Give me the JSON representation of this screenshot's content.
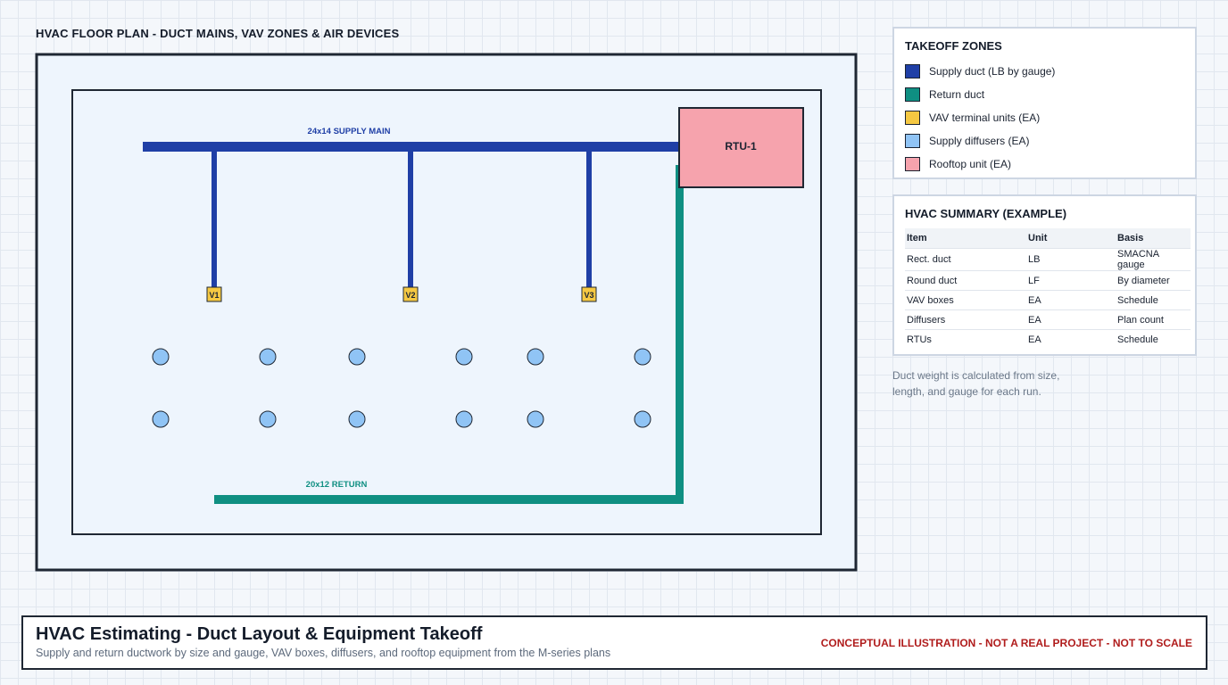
{
  "plan": {
    "title": "HVAC FLOOR PLAN - DUCT MAINS, VAV ZONES & AIR DEVICES",
    "supply_main_label": "24x14 SUPPLY MAIN",
    "return_label": "20x12 RETURN",
    "rtu_label": "RTU-1",
    "vav_labels": [
      "V1",
      "V2",
      "V3"
    ],
    "diffuser_rows": 2,
    "diffusers_per_row": 6
  },
  "legend": {
    "title": "TAKEOFF ZONES",
    "items": [
      {
        "label": "Supply duct (LB by gauge)",
        "color": "#1f3fa6"
      },
      {
        "label": "Return duct",
        "color": "#0f8f82"
      },
      {
        "label": "VAV terminal units (EA)",
        "color": "#f5c842"
      },
      {
        "label": "Supply diffusers (EA)",
        "color": "#90c4f5"
      },
      {
        "label": "Rooftop unit (EA)",
        "color": "#f6a3ad"
      }
    ]
  },
  "summary": {
    "title": "HVAC SUMMARY (EXAMPLE)",
    "headers": {
      "item": "Item",
      "unit": "Unit",
      "basis": "Basis"
    },
    "rows": [
      {
        "item": "Rect. duct",
        "unit": "LB",
        "basis": "SMACNA gauge"
      },
      {
        "item": "Round duct",
        "unit": "LF",
        "basis": "By diameter"
      },
      {
        "item": "VAV boxes",
        "unit": "EA",
        "basis": "Schedule"
      },
      {
        "item": "Diffusers",
        "unit": "EA",
        "basis": "Plan count"
      },
      {
        "item": "RTUs",
        "unit": "EA",
        "basis": "Schedule"
      }
    ]
  },
  "note": "Duct weight is calculated from size, length, and gauge for each run.",
  "footer": {
    "title": "HVAC Estimating - Duct Layout & Equipment Takeoff",
    "subtitle": "Supply and return ductwork by size and gauge, VAV boxes, diffusers, and rooftop equipment from the M-series plans",
    "disclaimer": "CONCEPTUAL ILLUSTRATION - NOT A REAL PROJECT - NOT TO SCALE"
  },
  "colors": {
    "supply": "#1f3fa6",
    "return": "#0f8f82",
    "vav": "#f5c842",
    "diffuser": "#90c4f5",
    "rtu": "#f6a3ad",
    "disclaimer": "#b01c1c"
  }
}
